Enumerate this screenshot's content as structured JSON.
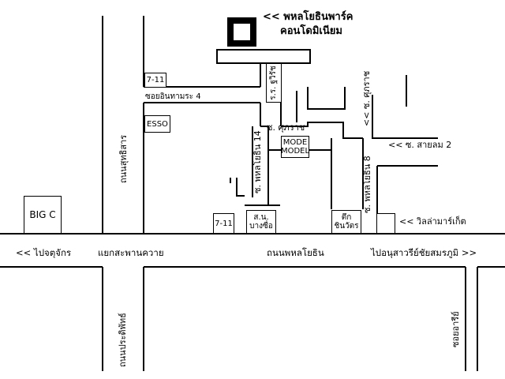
{
  "condo": {
    "name_line1": "<< พหลโยธินพาร์ค",
    "name_line2": "คอนโดมิเนียม"
  },
  "places": {
    "seven_eleven_top": "7-11",
    "seven_eleven_bottom": "7-11",
    "esso": "ESSO",
    "big_c": "BIG C",
    "school_rr": "ร.ร. ฐวิรัช",
    "mode_model_1": "MODE",
    "mode_model_2": "MODEL",
    "sanbo_1": "ส.น.",
    "sanbo_2": "บางซื่อ",
    "chinwat_1": "ตึก",
    "chinwat_2": "ชินวัตร",
    "villa_market": "<< วิลล่ามาร์เก็ต"
  },
  "roads": {
    "soi_inthamara_4": "ซอยอินทามระ 4",
    "soi_sukrat": "ซ. ศุภราช",
    "soi_sukrat_vertical": "<< ซ. ศุภราช",
    "soi_phahon_14": "ซ. พหลโยธิน 14",
    "soi_phahon_8": "ซ. พหลโยธิน 8",
    "soi_saisom_2": "<< ซ. สายลม 2",
    "thanon_sutthisan": "ถนนสุทธิสาร",
    "to_chatuchak": "<< ไปจตุจักร",
    "saphan_khwai": "แยกสะพานควาย",
    "thanon_phahonyothin": "ถนนพหลโยธิน",
    "to_victory_monument": "ไปอนุสาวรีย์ชัยสมรภูมิ >>",
    "thanon_pradiphat": "ถนนประดิพัทธ์",
    "soi_ari": "ซอยอารีย์"
  }
}
